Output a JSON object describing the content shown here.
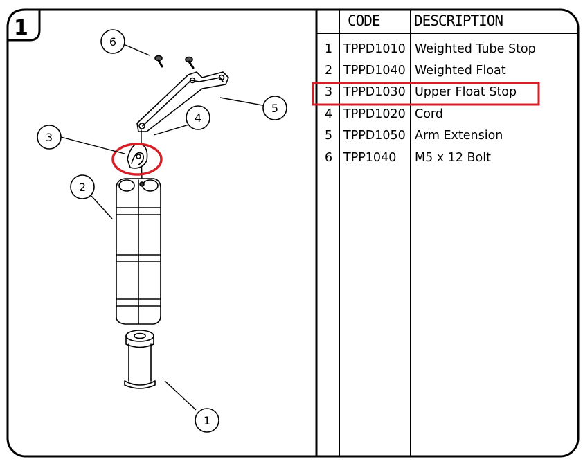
{
  "figure": {
    "number": "1"
  },
  "table": {
    "headers": {
      "code": "CODE",
      "description": "DESCRIPTION"
    },
    "rows": [
      {
        "num": "1",
        "code": "TPPD1010",
        "description": "Weighted Tube Stop"
      },
      {
        "num": "2",
        "code": "TPPD1040",
        "description": "Weighted Float"
      },
      {
        "num": "3",
        "code": "TPPD1030",
        "description": "Upper Float Stop"
      },
      {
        "num": "4",
        "code": "TPPD1020",
        "description": "Cord"
      },
      {
        "num": "5",
        "code": "TPPD1050",
        "description": "Arm Extension"
      },
      {
        "num": "6",
        "code": "TPP1040",
        "description": "M5 x 12 Bolt"
      }
    ],
    "highlighted_row": "3"
  },
  "callouts": [
    "1",
    "2",
    "3",
    "4",
    "5",
    "6"
  ],
  "colors": {
    "highlight": "#d61f26",
    "line": "#000000"
  }
}
